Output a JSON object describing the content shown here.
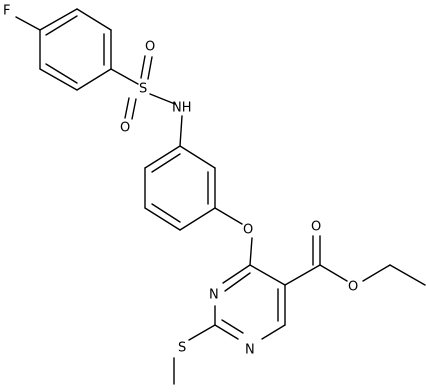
{
  "molecule": {
    "atoms": {
      "fluorine": "F",
      "sulfonyl_sulfur": "S",
      "sulfonyl_oxygen_top": "O",
      "sulfonyl_oxygen_bottom": "O",
      "sulfonamide_nitrogen": "NH",
      "ether_oxygen": "O",
      "carbonyl_oxygen": "O",
      "ester_oxygen": "O",
      "pyrimidine_nitrogen_1": "N",
      "pyrimidine_nitrogen_3": "N",
      "thioether_sulfur": "S"
    }
  }
}
